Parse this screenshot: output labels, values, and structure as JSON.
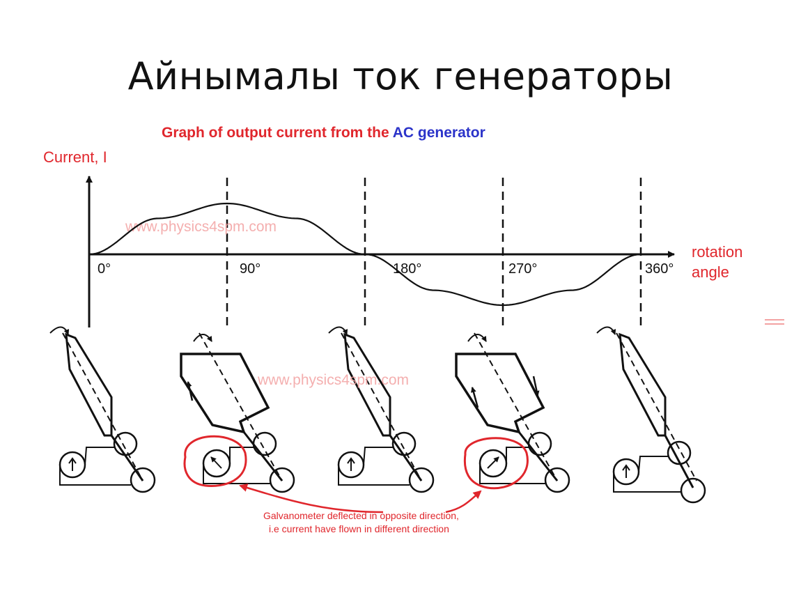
{
  "slide": {
    "title": "Айнымалы ток генераторы"
  },
  "graph": {
    "title_part1": "Graph of output current from the ",
    "title_accent": "AC",
    "title_part2": " generator",
    "y_label": "Current, I",
    "x_label_line1": "rotation",
    "x_label_line2": "angle",
    "ticks": [
      "0°",
      "90°",
      "180°",
      "270°",
      "360°"
    ],
    "watermark": "www.physics4spm.com",
    "colors": {
      "title": "#e0262c",
      "accent": "#2b33c9",
      "annotation": "#e0262c",
      "curve": "#111111"
    }
  },
  "chart_data": {
    "type": "line",
    "x": [
      0,
      45,
      90,
      135,
      180,
      225,
      270,
      315,
      360
    ],
    "y": [
      0,
      0.707,
      1,
      0.707,
      0,
      -0.707,
      -1,
      -0.707,
      0
    ],
    "xlabel": "rotation angle",
    "ylabel": "Current, I",
    "x_ticks": [
      "0°",
      "90°",
      "180°",
      "270°",
      "360°"
    ],
    "xlim": [
      0,
      360
    ],
    "ylim": [
      -1,
      1
    ]
  },
  "annotation": {
    "line1": "Galvanometer deflected in opposite direction,",
    "line2": "i.e current have flown in different direction"
  }
}
